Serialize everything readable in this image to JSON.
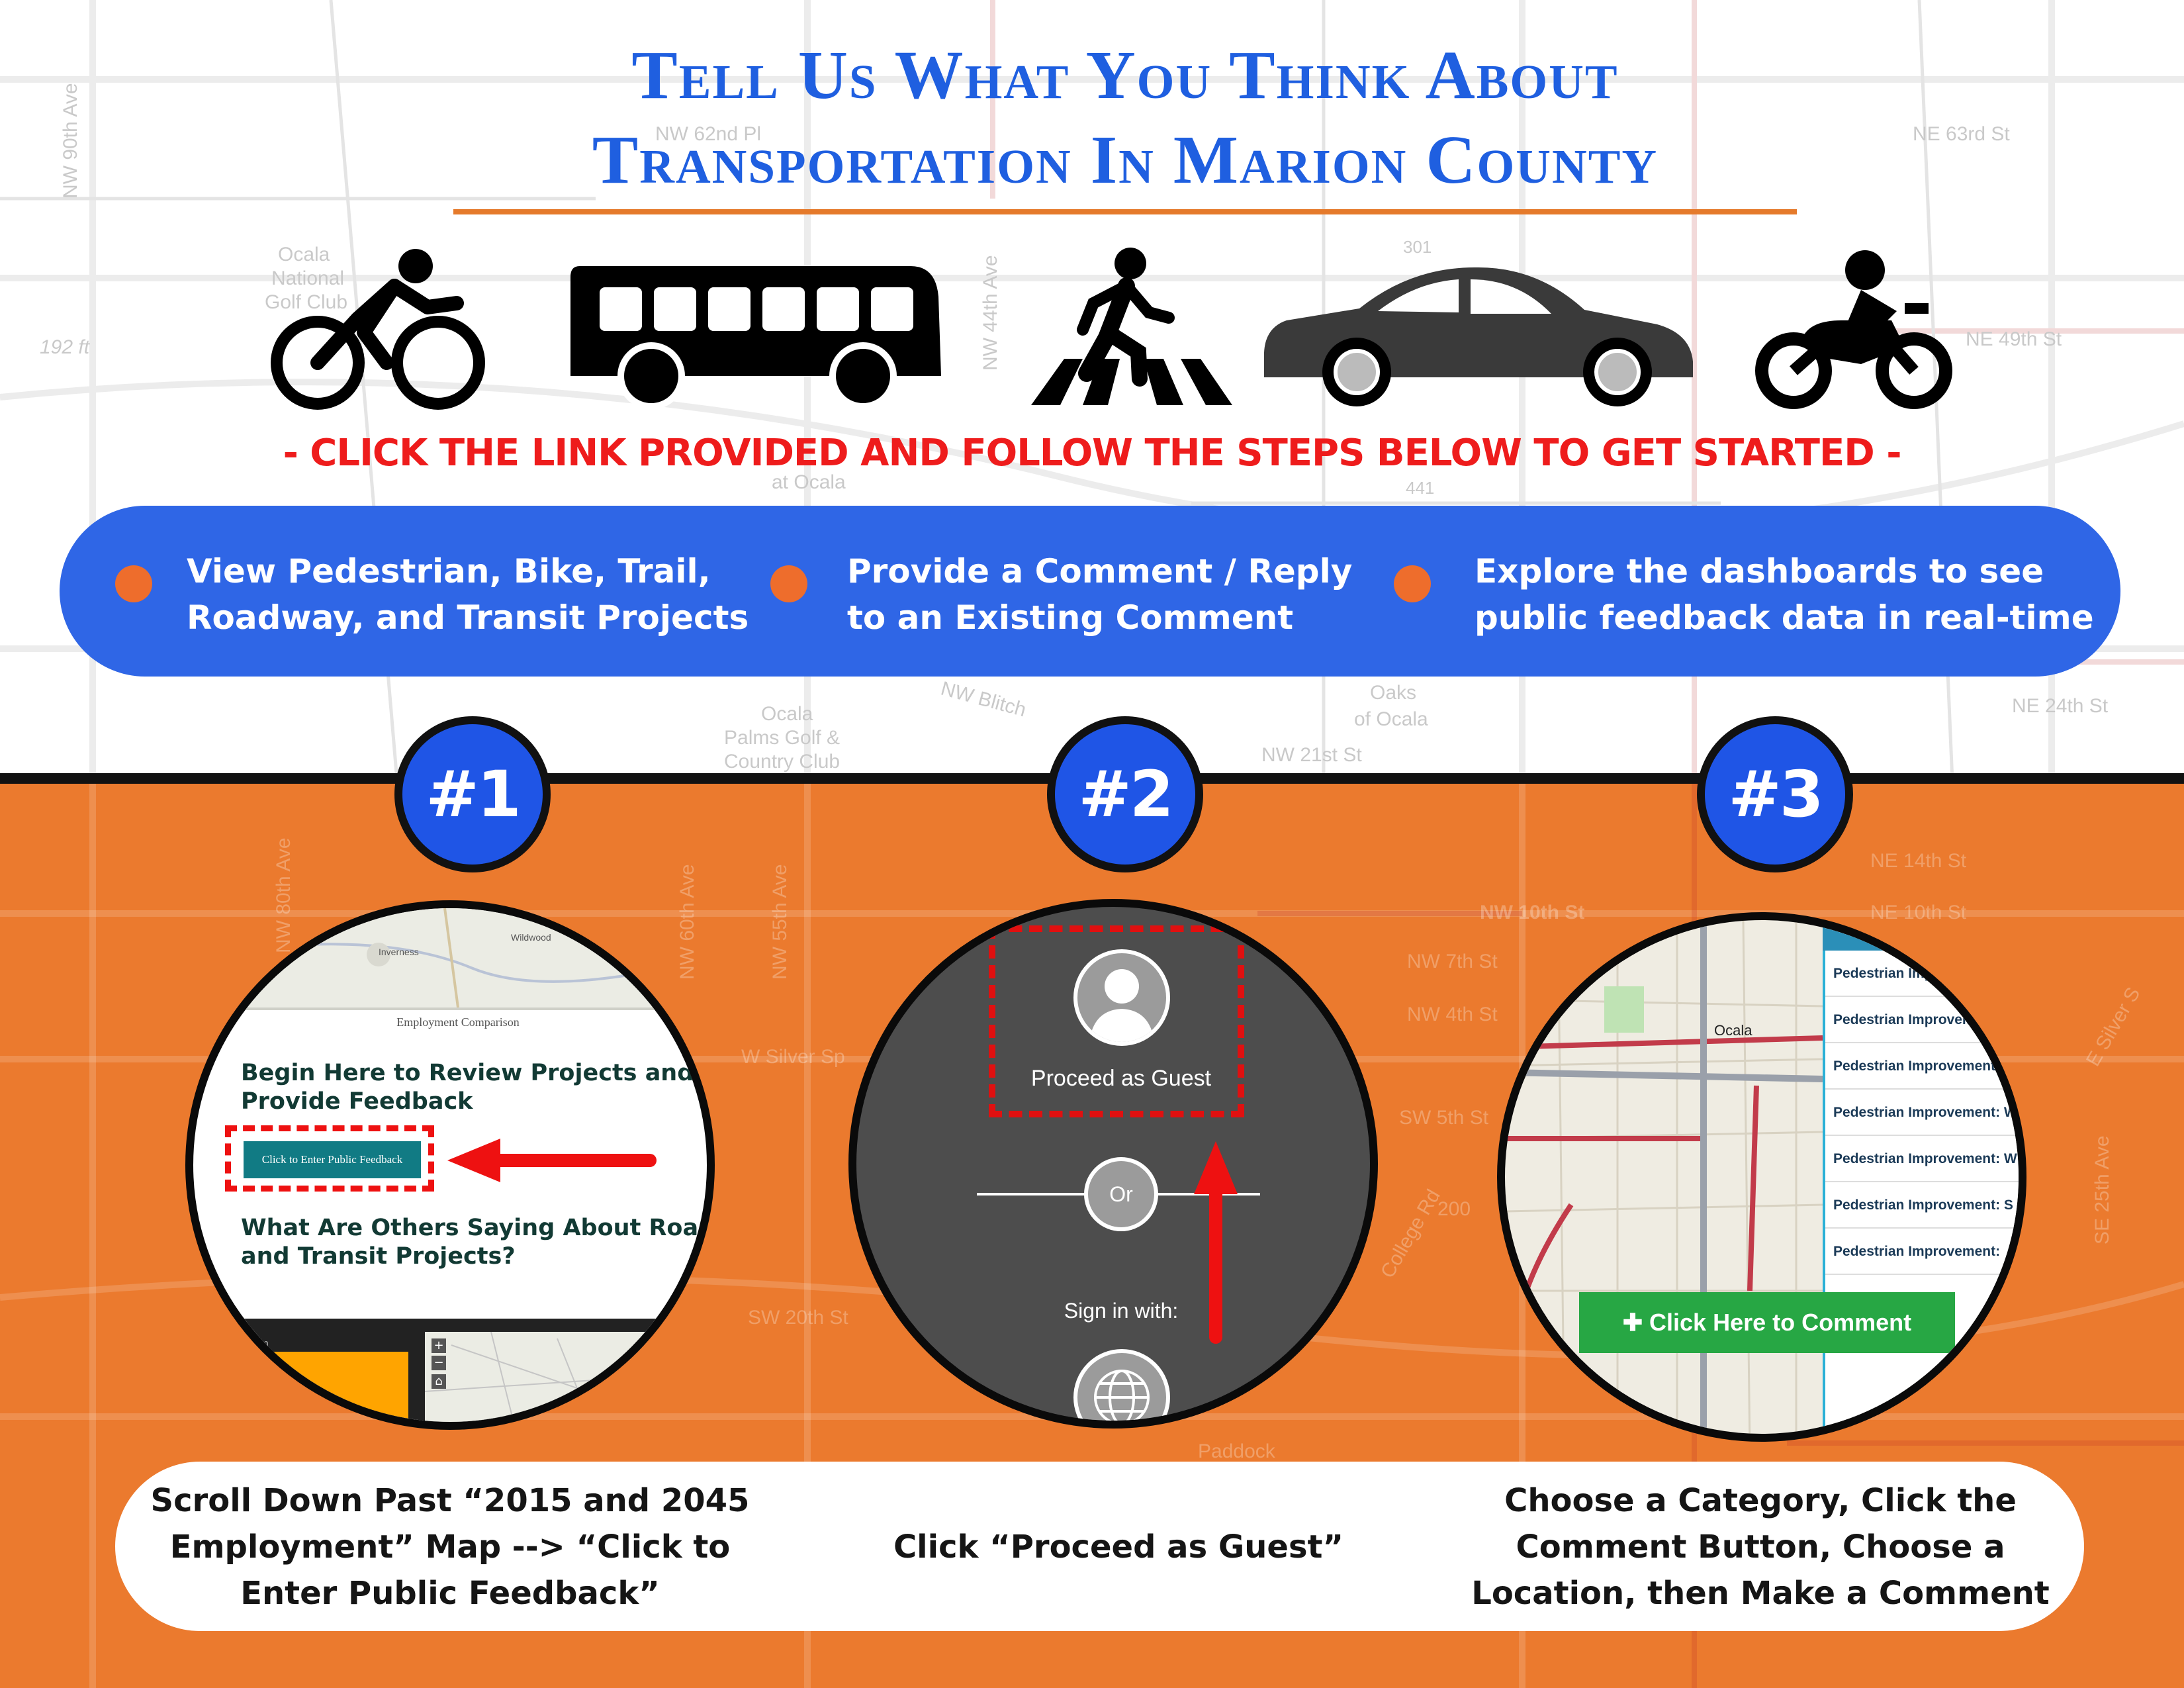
{
  "header": {
    "title_line1": "Tell Us What You Think About",
    "title_line2": "Transportation In Marion County",
    "subtitle": "- CLICK THE LINK PROVIDED AND FOLLOW THE STEPS BELOW TO GET STARTED -"
  },
  "icons": [
    "bicycle-icon",
    "bus-icon",
    "pedestrian-crosswalk-icon",
    "car-icon",
    "motorcycle-icon"
  ],
  "highlights": [
    {
      "line1": "View Pedestrian, Bike, Trail,",
      "line2": "Roadway, and Transit Projects"
    },
    {
      "line1": "Provide a Comment / Reply",
      "line2": "to an Existing Comment"
    },
    {
      "line1": "Explore the dashboards to see",
      "line2": "public feedback data in real-time"
    }
  ],
  "steps": [
    {
      "number": "#1",
      "screen": {
        "map_label_1": "Inverness",
        "map_label_2": "Wildwood",
        "caption": "Employment Comparison",
        "heading1_line1": "Begin Here to Review Projects and",
        "heading1_line2": "Provide Feedback",
        "button": "Click to Enter Public Feedback",
        "heading2_line1": "What Are Others Saying About Roadway",
        "heading2_line2": "and Transit Projects?",
        "sidebar_label": "ncom"
      },
      "instruction_line1": "Scroll Down Past “2015 and 2045",
      "instruction_line2": "Employment” Map --> “Click to",
      "instruction_line3": "Enter Public Feedback”"
    },
    {
      "number": "#2",
      "screen": {
        "guest": "Proceed as Guest",
        "or": "Or",
        "sign_in": "Sign in with:"
      },
      "instruction_line1": "Click “Proceed as Guest”"
    },
    {
      "number": "#3",
      "screen": {
        "map_label": "Ocala",
        "rows": [
          "Pedestrian Improvement",
          "Pedestrian Improvement",
          "Pedestrian Improvement",
          "Pedestrian Improvement: W",
          "Pedestrian Improvement: W",
          "Pedestrian Improvement: S",
          "Pedestrian Improvement:"
        ],
        "button": "Click Here to Comment"
      },
      "instruction_line1": "Choose a Category, Click the",
      "instruction_line2": "Comment Button, Choose a",
      "instruction_line3": "Location, then Make a Comment"
    }
  ],
  "background_map_labels": {
    "upper": [
      "NW 90th Ave",
      "NW 62nd Pl",
      "NE 63rd St",
      "Ocala",
      "National",
      "Golf Club",
      "192 ft",
      "NW 44th Ave",
      "NE 49th St",
      "301",
      "at Ocala",
      "441",
      "Oaks",
      "of Ocala",
      "Ocala",
      "Palms Golf &",
      "Country Club",
      "NW 21st St",
      "NE 24th St",
      "NW Blitch"
    ],
    "lower": [
      "NW 80th Ave",
      "NW 60th Ave",
      "NW 55th Ave",
      "NW 10th St",
      "NE 10th St",
      "NE 14th St",
      "NW 7th St",
      "NW 4th St",
      "W Silver Sp",
      "SW 5th St",
      "SW 20th St",
      "200",
      "College Rd",
      "Paddock",
      "SE 25th Ave",
      "E Silver S"
    ]
  },
  "colors": {
    "title_blue": "#1f5fe0",
    "accent_orange": "#e57a2b",
    "subtitle_red": "#ee1c1c",
    "pill_blue": "#2f66e6",
    "lower_orange": "#eb7a2e",
    "badge_blue": "#1f55e6",
    "comment_green": "#27a744",
    "dash_red": "#e01010"
  }
}
